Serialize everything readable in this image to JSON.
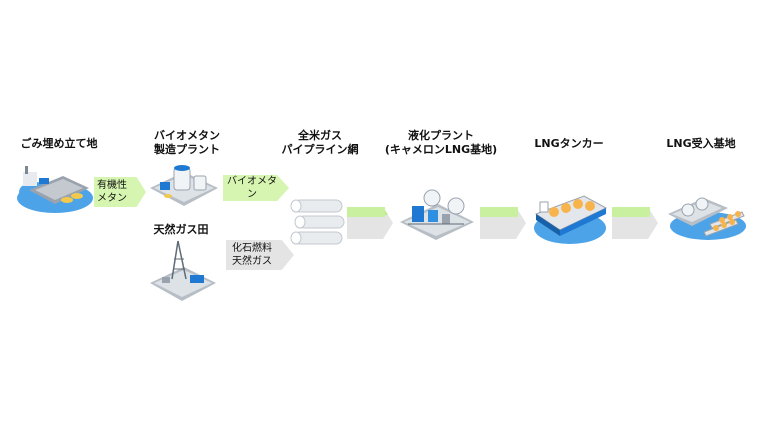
{
  "labels": {
    "landfill": "ごみ埋め立て地",
    "bio_plant_line1": "バイオメタン",
    "bio_plant_line2": "製造プラント",
    "gas_field": "天然ガス田",
    "pipeline_line1": "全米ガス",
    "pipeline_line2": "パイプライン網",
    "liquefaction_line1": "液化プラント",
    "liquefaction_line2": "(キャメロンLNG基地)",
    "tanker": "LNGタンカー",
    "terminal": "LNG受入基地"
  },
  "arrows": {
    "organic_line1": "有機性",
    "organic_line2": "メタン",
    "biomethane": "バイオメタン",
    "fossil_line1": "化石燃料",
    "fossil_line2": "天然ガス"
  },
  "colors": {
    "arrow_green": "#d6f5b0",
    "arrow_gray": "#e4e4e4",
    "arrow_green_half": "#b9ec86",
    "water_blue": "#4da3e8",
    "accent_blue": "#1f78d1"
  }
}
